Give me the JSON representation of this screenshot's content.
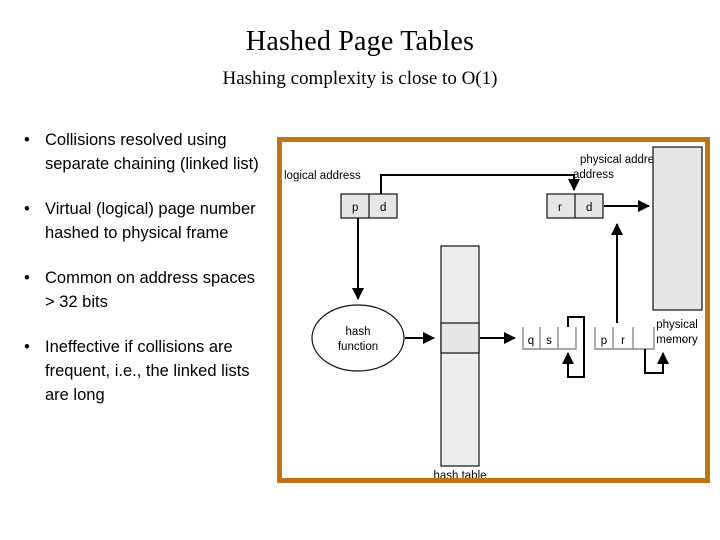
{
  "slide": {
    "title": "Hashed Page Tables",
    "subtitle": "Hashing complexity is close to O(1)"
  },
  "bullets": [
    {
      "marker": "•",
      "text": "Collisions resolved using separate chaining (linked list)"
    },
    {
      "marker": "•",
      "text": "Virtual (logical) page number hashed to physical frame"
    },
    {
      "marker": "•",
      "text": "Common on address spaces > 32 bits"
    },
    {
      "marker": "•",
      "text": "Ineffective if collisions are frequent, i.e., the linked lists are long"
    }
  ],
  "figure": {
    "border_color": "#C0741A",
    "box_fill": "#E6E6E6",
    "labels": {
      "logical_address": "logical address",
      "physical_address": "physical address",
      "hash_function_line1": "hash",
      "hash_function_line2": "function",
      "hash_table": "hash table",
      "physical_memory_line1": "physical",
      "physical_memory_line2": "memory",
      "ellipsis": "· · ·"
    },
    "logical_address_fields": [
      "p",
      "d"
    ],
    "physical_address_fields": [
      "r",
      "d"
    ],
    "chain_node_1": [
      "q",
      "s"
    ],
    "chain_node_2": [
      "p",
      "r"
    ]
  }
}
